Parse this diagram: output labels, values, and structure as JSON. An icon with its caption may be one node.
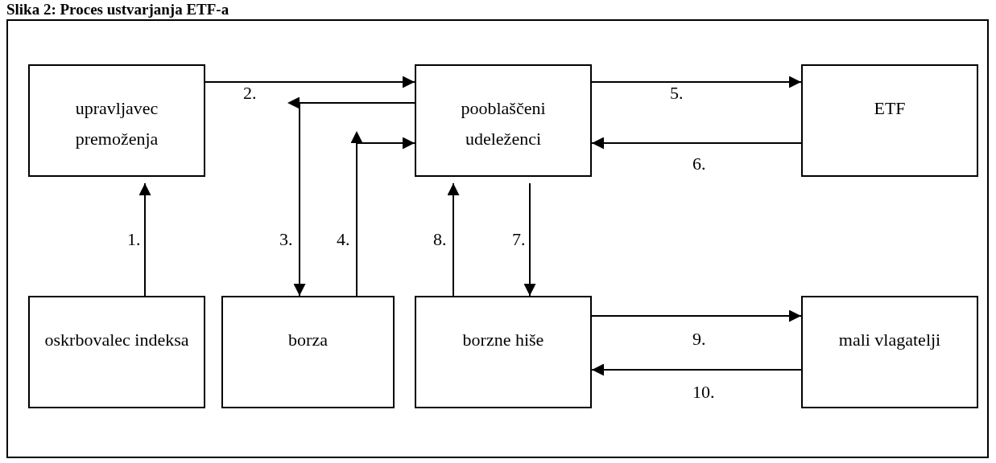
{
  "diagram": {
    "title": "Slika 2: Proces ustvarjanja ETF-a",
    "nodes": [
      {
        "text": [
          "upravljavec premoženja"
        ]
      },
      {
        "text": [
          "pooblaščeni udeleženci"
        ]
      },
      {
        "text": [
          "ETF"
        ]
      },
      {
        "text": [
          "oskrbovalec indeksa"
        ]
      },
      {
        "text": [
          "borza"
        ]
      },
      {
        "text": [
          "borzne hiše"
        ]
      },
      {
        "text": [
          "mali vlagatelji"
        ]
      }
    ],
    "edges": [
      {
        "from": 3,
        "to": 0,
        "arrow": "to",
        "label": "1."
      },
      {
        "from": 0,
        "to": 1,
        "arrow": "to",
        "label": "2."
      },
      {
        "from": 1,
        "to": 4,
        "arrow": "to",
        "label": "3."
      },
      {
        "from": 4,
        "to": 1,
        "arrow": "to",
        "label": "4."
      },
      {
        "from": 1,
        "to": 2,
        "arrow": "to",
        "label": "5."
      },
      {
        "from": 2,
        "to": 1,
        "arrow": "to",
        "label": "6."
      },
      {
        "from": 1,
        "to": 5,
        "arrow": "to",
        "label": "7."
      },
      {
        "from": 5,
        "to": 1,
        "arrow": "to",
        "label": "8."
      },
      {
        "from": 5,
        "to": 6,
        "arrow": "to",
        "label": "9."
      },
      {
        "from": 6,
        "to": 5,
        "arrow": "to",
        "label": "10."
      }
    ]
  }
}
